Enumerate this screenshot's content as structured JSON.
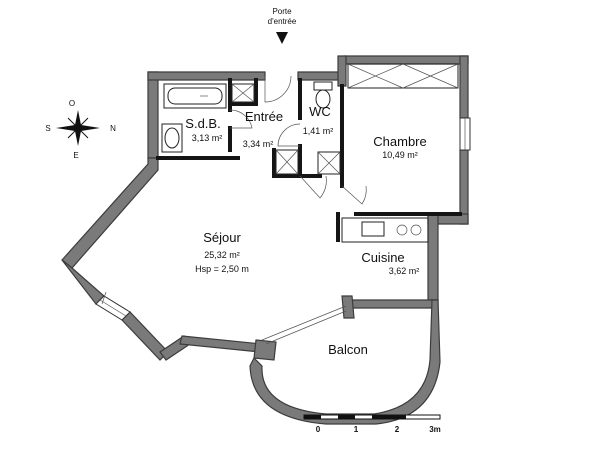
{
  "entry": {
    "label_line1": "Porte",
    "label_line2": "d'entrée"
  },
  "rooms": {
    "sdb": {
      "name": "S.d.B.",
      "area": "3,13 m²"
    },
    "entree": {
      "name": "Entrée",
      "area": "3,34 m²"
    },
    "wc": {
      "name": "WC",
      "area": "1,41 m²"
    },
    "chambre": {
      "name": "Chambre",
      "area": "10,49 m²"
    },
    "sejour": {
      "name": "Séjour",
      "area": "25,32 m²",
      "height": "Hsp = 2,50 m"
    },
    "cuisine": {
      "name": "Cuisine",
      "area": "3,62 m²"
    },
    "balcon": {
      "name": "Balcon"
    }
  },
  "compass": {
    "n": "N",
    "s": "S",
    "e": "E",
    "o": "O"
  },
  "scale": {
    "ticks": [
      "0",
      "1",
      "2",
      "3m"
    ]
  }
}
